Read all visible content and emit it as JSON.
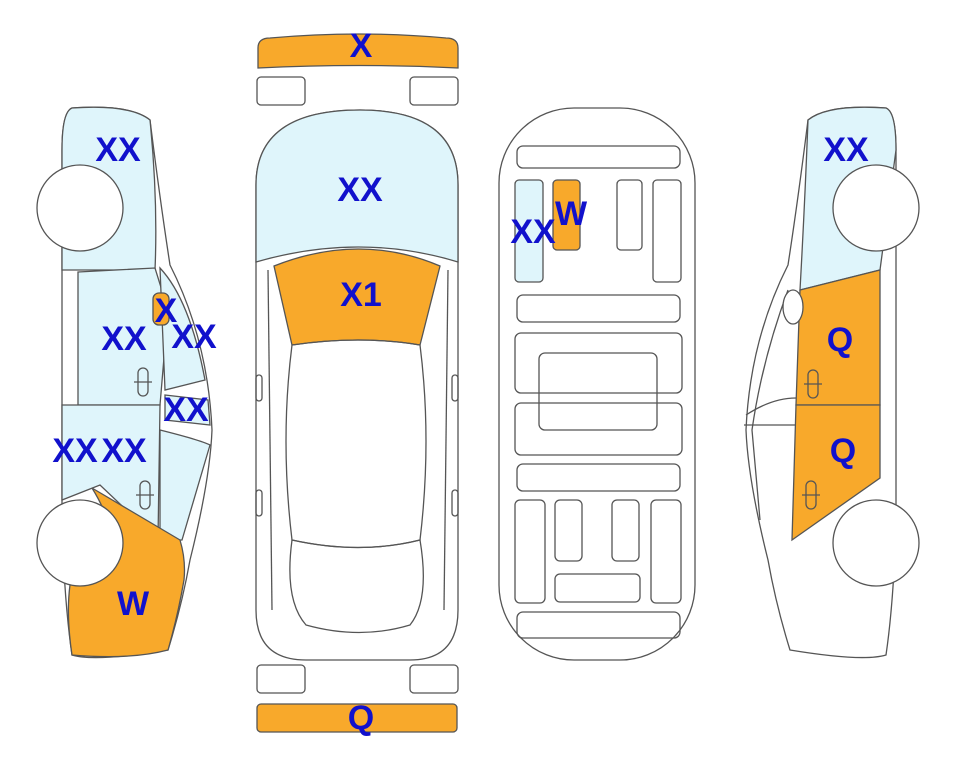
{
  "colors": {
    "outline": "#555555",
    "glass": "#dff5fb",
    "damage": "#f8a92b",
    "code_text": "#1111cc",
    "background": "#ffffff"
  },
  "codes": {
    "front_bumper": "X",
    "rear_bumper": "Q",
    "windshield": "XX",
    "hood": "X1",
    "roof_left": "XX",
    "roof_panel": "W",
    "left_rear_window": "XX",
    "left_rear_door": "XX",
    "left_fuel_lid": "X",
    "left_c_pillar_glass": "XX",
    "left_quarter_glass": "XX",
    "left_front_door_a": "XX",
    "left_front_door_b": "XX",
    "left_front_fender": "W",
    "right_rear_window": "XX",
    "right_rear_door": "Q",
    "right_front_door": "Q"
  }
}
